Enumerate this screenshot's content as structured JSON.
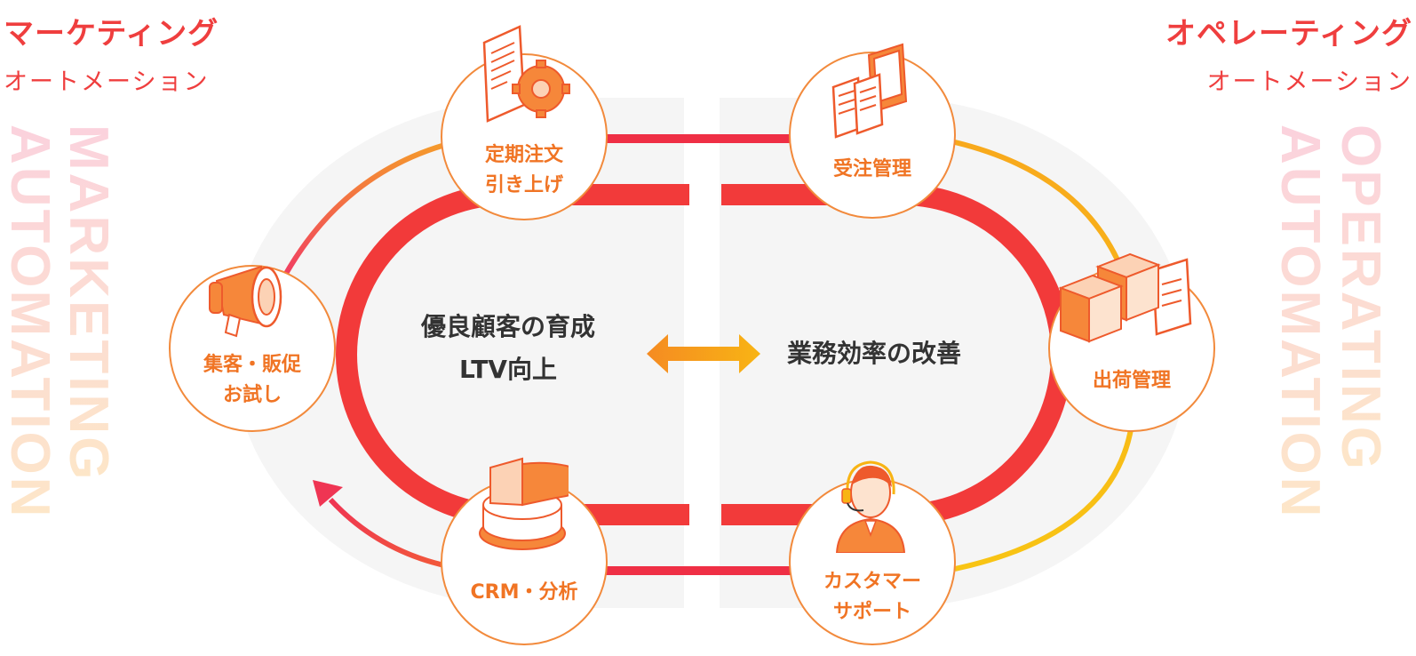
{
  "left_header": {
    "title": "マーケティング",
    "subtitle": "オートメーション",
    "vertical": [
      "MARKETING",
      "AUTOMATION"
    ]
  },
  "right_header": {
    "title": "オペレーティング",
    "subtitle": "オートメーション",
    "vertical": [
      "OPERATING",
      "AUTOMATION"
    ]
  },
  "center": {
    "left_lines": [
      "優良顧客の育成",
      "LTV向上"
    ],
    "right_text": "業務効率の改善"
  },
  "nodes": {
    "teiki": {
      "label": [
        "定期注文",
        "引き上げ"
      ],
      "icon": "document-gear-icon"
    },
    "shukyaku": {
      "label": [
        "集客・販促",
        "お試し"
      ],
      "icon": "megaphone-icon"
    },
    "crm": {
      "label": [
        "CRM・分析"
      ],
      "icon": "pie-chart-icon"
    },
    "juchu": {
      "label": [
        "受注管理"
      ],
      "icon": "order-documents-icon"
    },
    "shukka": {
      "label": [
        "出荷管理"
      ],
      "icon": "shipping-boxes-icon"
    },
    "support": {
      "label": [
        "カスタマー",
        "サポート"
      ],
      "icon": "operator-headset-icon"
    }
  },
  "colors": {
    "red": "#f23a3a",
    "orange": "#f08a2c",
    "yellow": "#f8b81a",
    "pink": "#ec2a5a",
    "bg": "#f4f4f4"
  }
}
